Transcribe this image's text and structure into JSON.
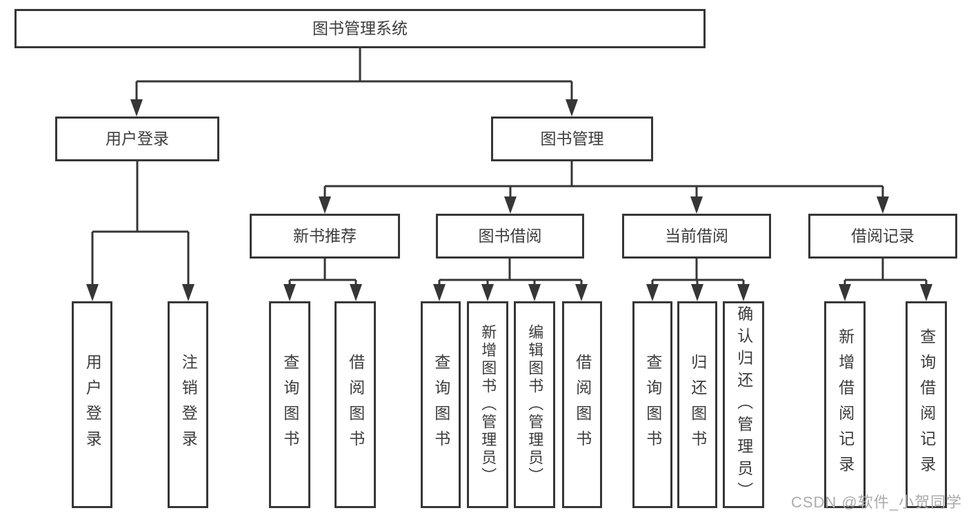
{
  "nodes": {
    "root": "图书管理系统",
    "user_login": "用户登录",
    "book_management": "图书管理",
    "new_book_recommend": "新书推荐",
    "book_borrow": "图书借阅",
    "current_borrow": "当前借阅",
    "borrow_records": "借阅记录",
    "leaf_user_login": "用户登录",
    "leaf_logout": "注销登录",
    "nbr_query_books": "查询图书",
    "nbr_borrow_books": "借阅图书",
    "bb_query_books": "查询图书",
    "bb_add_books_admin": "新增图书（管理员）",
    "bb_edit_books_admin": "编辑图书（管理员）",
    "bb_borrow_books": "借阅图书",
    "cb_query_books": "查询图书",
    "cb_return_books": "归还图书",
    "cb_confirm_return_admin": "确认归还（管理员）",
    "br_add_record": "新增借阅记录",
    "br_query_record": "查询借阅记录"
  },
  "watermark": "CSDN @软件_小贺同学",
  "colors": {
    "line": "#363636",
    "text": "#3c3c3c",
    "watermark": "#ababab",
    "background": "#ffffff"
  }
}
